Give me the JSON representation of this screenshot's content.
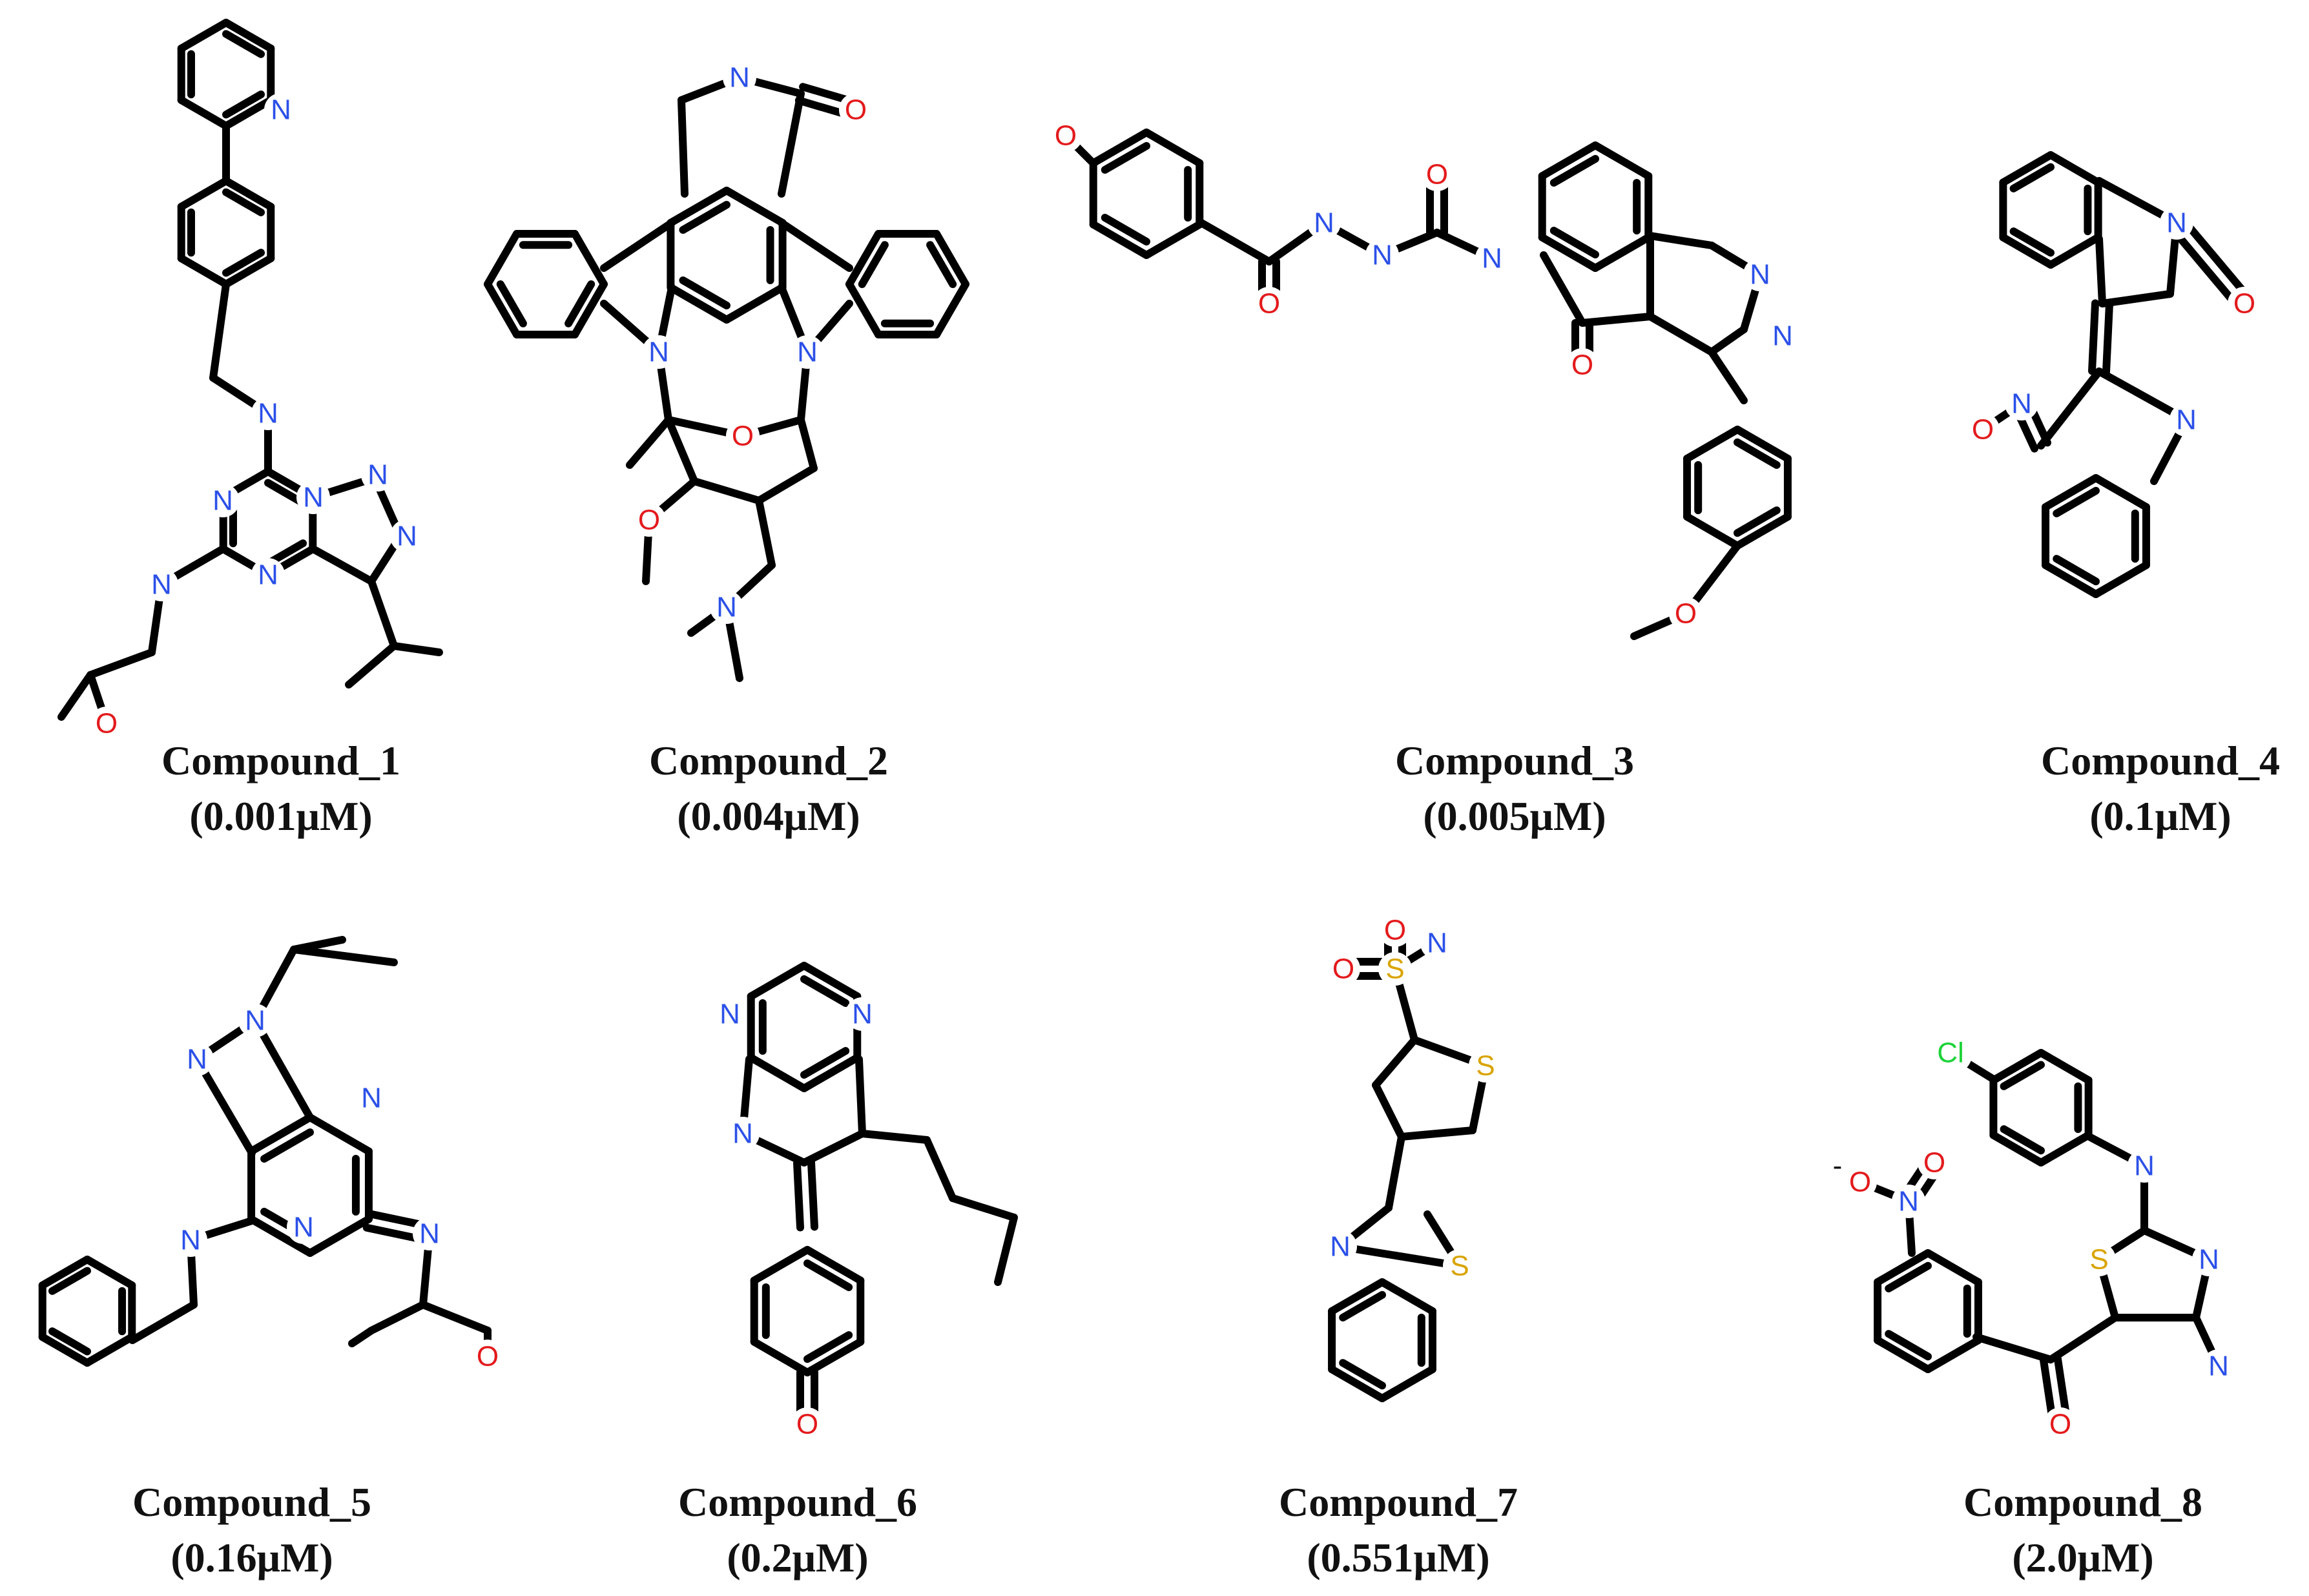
{
  "colors": {
    "bond": "#000000",
    "N": "#2b50e8",
    "O": "#e31a1c",
    "S": "#d9a400",
    "Cl": "#1ed33a",
    "text": "#111111"
  },
  "compounds": [
    {
      "name": "Compound_1",
      "value": "(0.001μM)"
    },
    {
      "name": "Compound_2",
      "value": "(0.004μM)"
    },
    {
      "name": "Compound_3",
      "value": "(0.005μM)"
    },
    {
      "name": "Compound_4",
      "value": "(0.1μM)"
    },
    {
      "name": "Compound_5",
      "value": "(0.16μM)"
    },
    {
      "name": "Compound_6",
      "value": "(0.2μM)"
    },
    {
      "name": "Compound_7",
      "value": "(0.551μM)"
    },
    {
      "name": "Compound_8",
      "value": "(2.0μM)"
    }
  ],
  "atoms": [
    "N",
    "O",
    "S",
    "Cl"
  ],
  "charges": [
    "-"
  ]
}
